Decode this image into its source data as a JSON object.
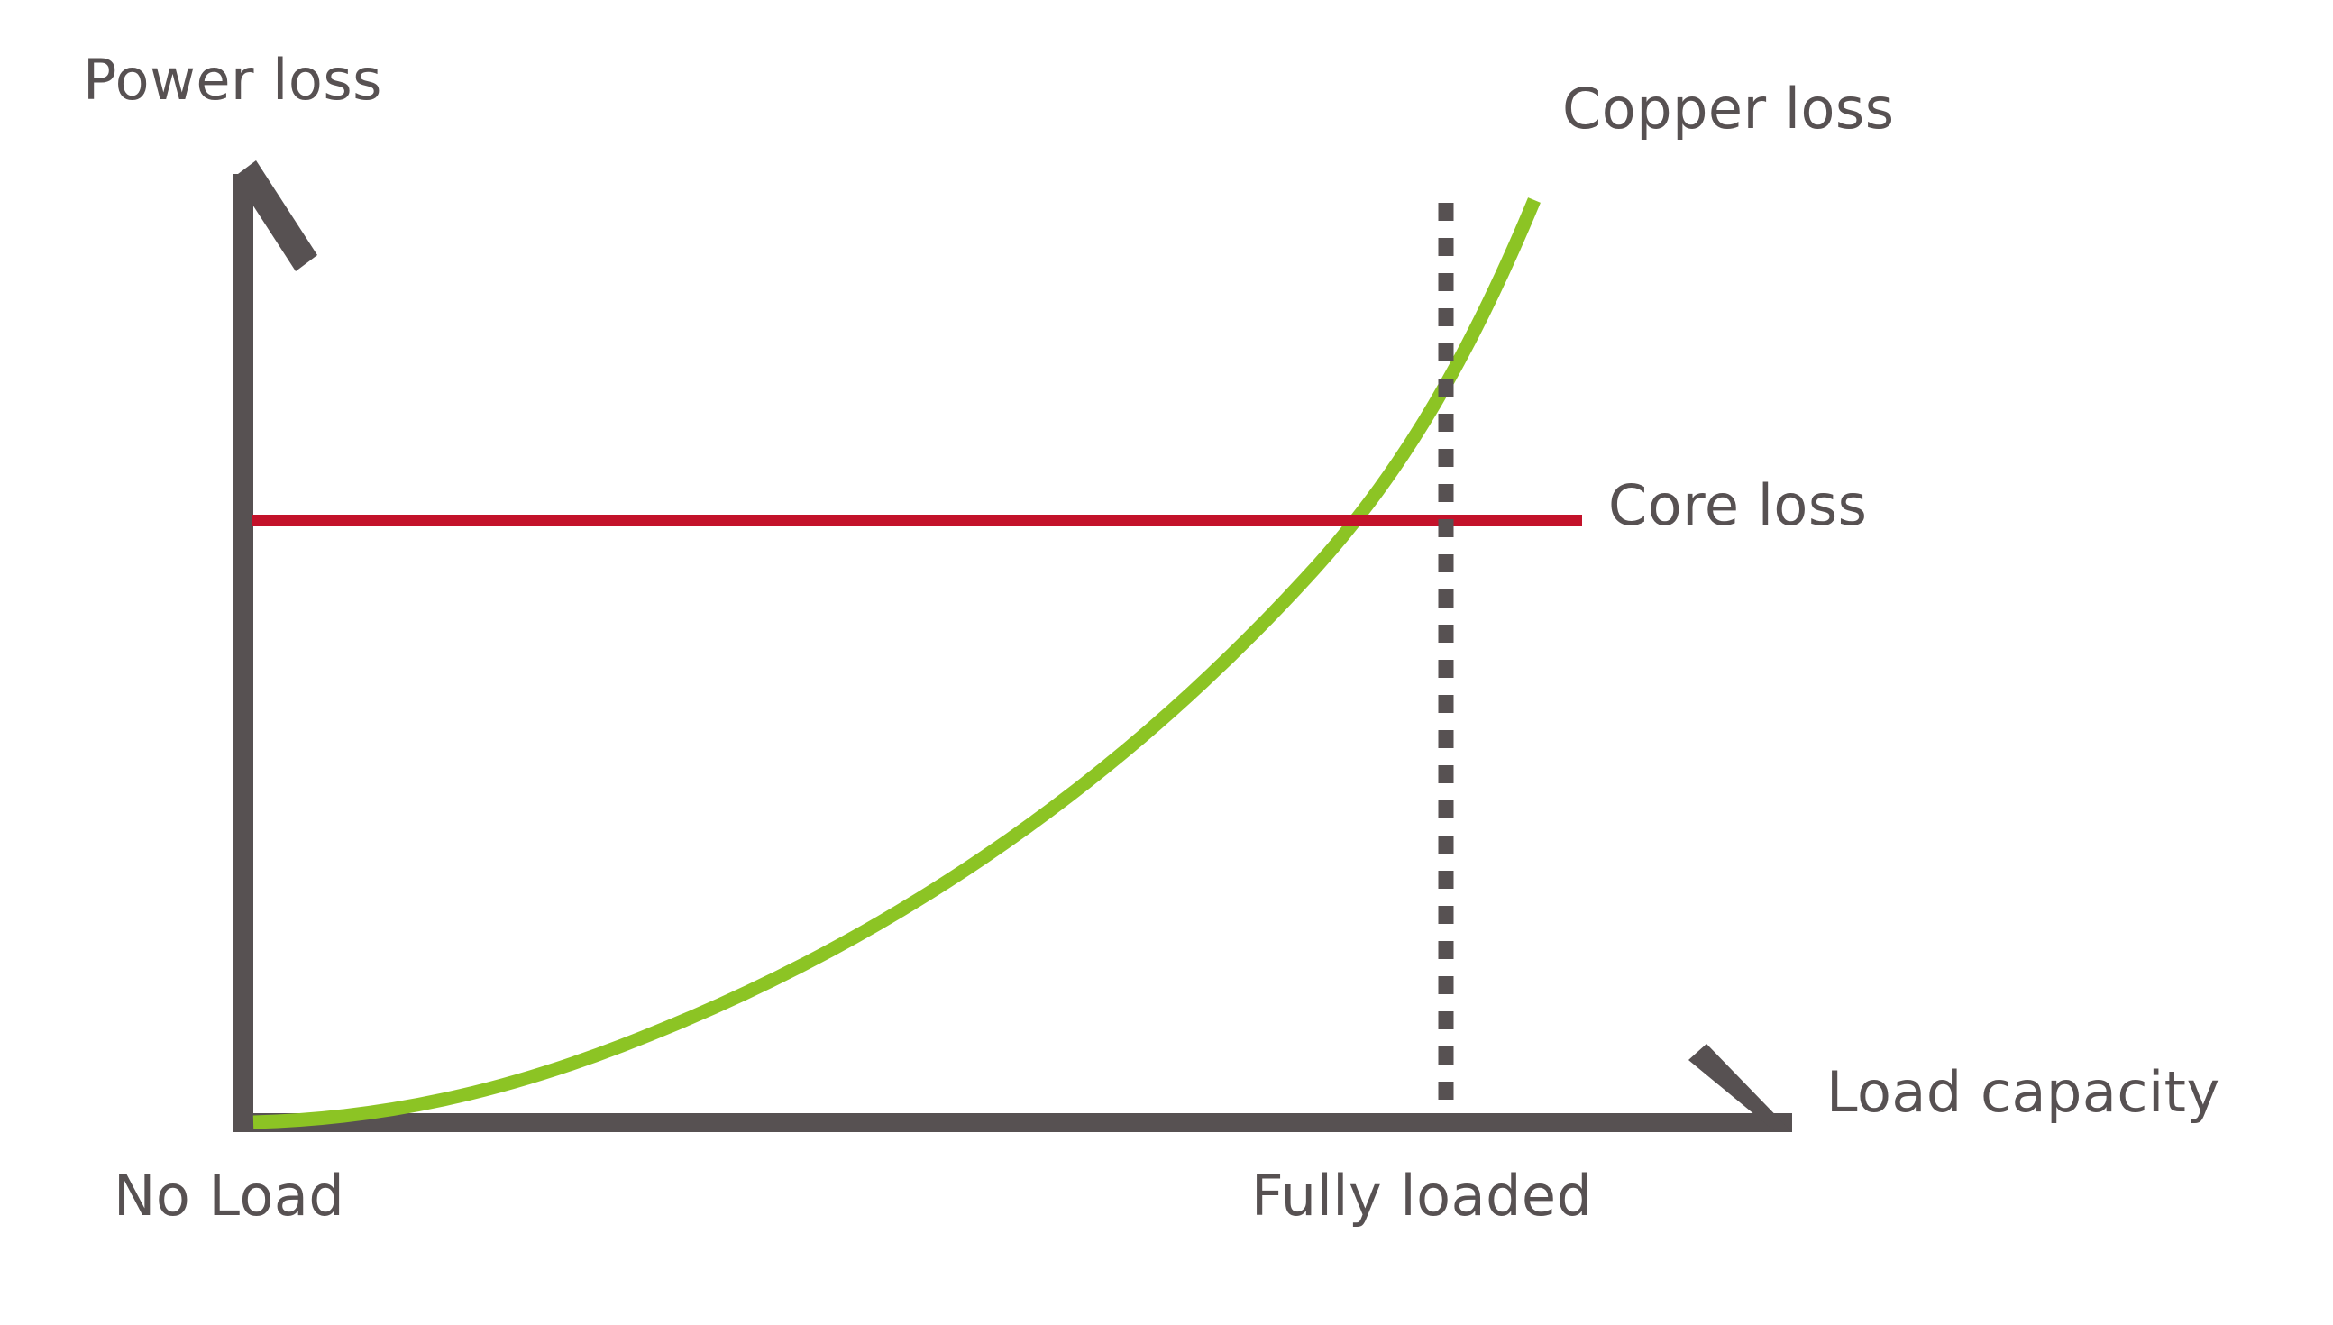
{
  "chart_data": {
    "type": "line",
    "title": "",
    "subtitle": "",
    "xlabel": "Load capacity",
    "ylabel": "Power loss",
    "grid": false,
    "legend_position": "inline-right",
    "xlim": [
      0,
      1
    ],
    "ylim": [
      0,
      1
    ],
    "x_tick_labels": [
      "No Load",
      "Fully loaded"
    ],
    "x_tick_positions": [
      0.0,
      0.78
    ],
    "y_tick_labels": [],
    "annotations": [
      {
        "name": "full-load-marker",
        "label": "Fully loaded",
        "style": "dashed-vertical",
        "x": 0.78,
        "color": "#575152"
      },
      {
        "name": "crossover-point",
        "label": "",
        "description": "Copper loss equals core loss",
        "x": 0.74,
        "y": 0.63
      }
    ],
    "series": [
      {
        "name": "Copper loss",
        "label": "Copper loss",
        "color": "#8CC424",
        "style": "solid",
        "shape": "exponential",
        "x": [
          0.0,
          0.1,
          0.2,
          0.3,
          0.37,
          0.43,
          0.5,
          0.58,
          0.63,
          0.7,
          0.74,
          0.78,
          0.82,
          0.85,
          0.88
        ],
        "y": [
          0.0,
          0.02,
          0.05,
          0.09,
          0.12,
          0.16,
          0.22,
          0.32,
          0.4,
          0.53,
          0.63,
          0.74,
          0.86,
          0.94,
          0.99
        ]
      },
      {
        "name": "Core loss",
        "label": "Core loss",
        "color": "#C3122A",
        "style": "solid",
        "shape": "constant",
        "x": [
          0.0,
          0.88
        ],
        "y": [
          0.63,
          0.63
        ]
      }
    ],
    "axes": {
      "color": "#575152",
      "x_axis_label": "Load capacity",
      "y_axis_label": "Power loss",
      "arrow_heads": "half-barb"
    }
  },
  "labels": {
    "y_axis": "Power loss",
    "x_axis": "Load capacity",
    "copper_loss": "Copper loss",
    "core_loss": "Core loss",
    "no_load": "No Load",
    "fully_loaded": "Fully loaded"
  },
  "colors": {
    "axis": "#575152",
    "copper_loss": "#8CC424",
    "core_loss": "#C3122A",
    "dashed_marker": "#575152",
    "background": "#FFFFFF"
  }
}
